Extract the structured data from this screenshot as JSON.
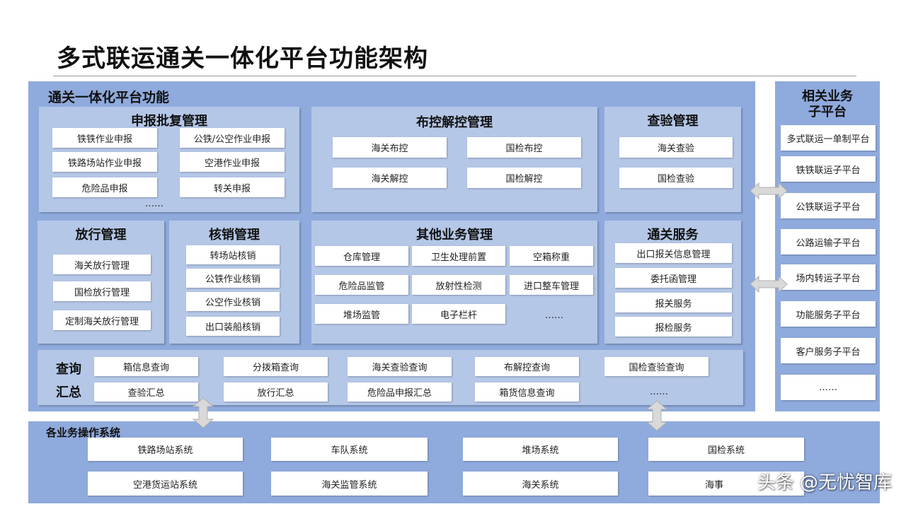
{
  "title": "多式联运通关一体化平台功能架构",
  "colors": {
    "frame": "#8faadc",
    "panel": "#b4c7e7",
    "item": "#ffffff"
  },
  "main": {
    "title": "通关一体化平台功能",
    "declare": {
      "title": "申报批复管理",
      "items": [
        "铁铁作业申报",
        "公铁/公空作业申报",
        "铁路场站作业申报",
        "空港作业申报",
        "危险品申报",
        "转关申报"
      ],
      "more": "……"
    },
    "control": {
      "title": "布控解控管理",
      "items": [
        "海关布控",
        "国检布控",
        "海关解控",
        "国检解控"
      ]
    },
    "inspect": {
      "title": "查验管理",
      "items": [
        "海关查验",
        "国检查验"
      ]
    },
    "release": {
      "title": "放行管理",
      "items": [
        "海关放行管理",
        "国检放行管理",
        "定制海关放行管理"
      ]
    },
    "writeoff": {
      "title": "核销管理",
      "items": [
        "转场站核销",
        "公铁作业核销",
        "公空作业核销",
        "出口装船核销"
      ]
    },
    "other": {
      "title": "其他业务管理",
      "items": [
        "仓库管理",
        "卫生处理前置",
        "空箱称重",
        "危险品监管",
        "放射性检测",
        "进口整车管理",
        "堆场监管",
        "电子栏杆"
      ],
      "more": "……"
    },
    "service": {
      "title": "通关服务",
      "items": [
        "出口报关信息管理",
        "委托函管理",
        "报关服务",
        "报检服务"
      ]
    },
    "query": {
      "label1": "查询",
      "label2": "汇总",
      "items": [
        "箱信息查询",
        "分拨箱查询",
        "海关查验查询",
        "布解控查询",
        "国检查验查询",
        "查验汇总",
        "放行汇总",
        "危险品申报汇总",
        "箱货信息查询"
      ],
      "more": "……"
    }
  },
  "right": {
    "title_line1": "相关业务",
    "title_line2": "子平台",
    "items": [
      "多式联运一单制平台",
      "铁铁联运子平台",
      "公铁联运子平台",
      "公路运输子平台",
      "场内转运子平台",
      "功能服务子平台",
      "客户服务子平台",
      "……"
    ]
  },
  "bottom": {
    "title": "各业务操作系统",
    "items": [
      "铁路场站系统",
      "车队系统",
      "堆场系统",
      "国检系统",
      "空港货运站系统",
      "海关监管系统",
      "海关系统",
      "海事"
    ]
  },
  "watermark": "头条 @无忧智库"
}
